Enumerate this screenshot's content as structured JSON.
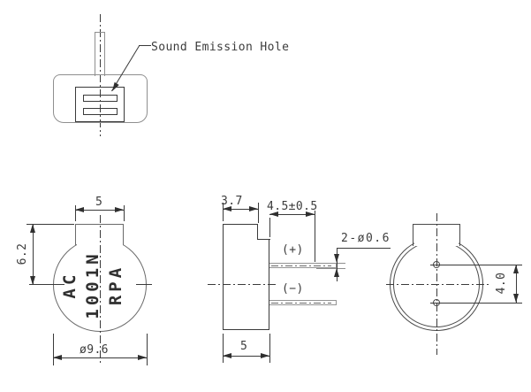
{
  "annotation": {
    "sound_emission_hole": "Sound Emission Hole"
  },
  "front_view": {
    "tab_width": "5",
    "height_to_center": "6.2",
    "diameter": "ø9.6",
    "marking": [
      "AC",
      "1001N",
      "RPA"
    ]
  },
  "side_view": {
    "tab_depth": "3.7",
    "lead_length": "4.5±0.5",
    "body_depth": "5",
    "positive_label": "(+)",
    "negative_label": "(−)",
    "lead_diameter": "2-ø0.6"
  },
  "back_view": {
    "lead_spacing": "4.0"
  },
  "colors": {
    "object_gray": "#8f8f8f",
    "line_dark": "#3a3a3a",
    "background": "#ffffff"
  }
}
